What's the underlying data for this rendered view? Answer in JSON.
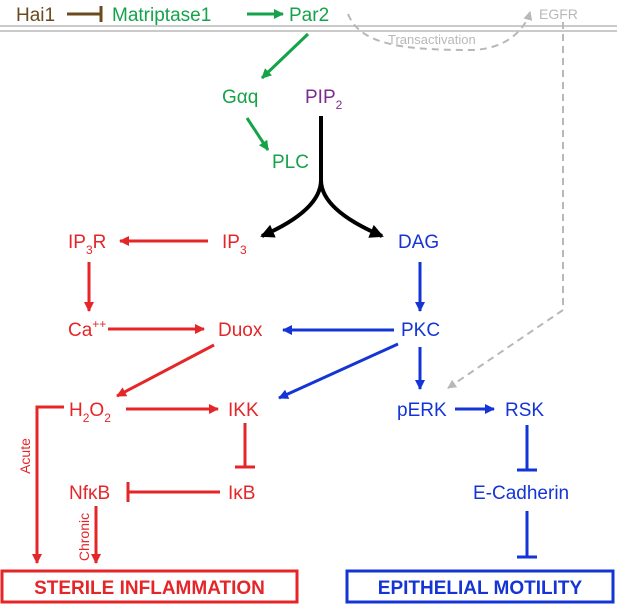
{
  "colors": {
    "brown": "#6b4a1e",
    "green": "#15a34a",
    "purple": "#7b2c8f",
    "red": "#e52629",
    "blue": "#1434d6",
    "gray": "#b8b8b8",
    "black": "#000000"
  },
  "nodes": {
    "hai1": "Hai1",
    "matriptase1": "Matriptase1",
    "par2": "Par2",
    "egfr": "EGFR",
    "transactivation": "Transactivation",
    "galphaq": "Gαq",
    "pip2": {
      "base": "PIP",
      "sub": "2"
    },
    "plc": "PLC",
    "ip3r": {
      "base": "IP",
      "sub": "3",
      "tail": "R"
    },
    "ip3": {
      "base": "IP",
      "sub": "3"
    },
    "dag": "DAG",
    "ca": {
      "base": "Ca",
      "sup": "++"
    },
    "duox": "Duox",
    "pkc": "PKC",
    "h2o2": {
      "a": "H",
      "s1": "2",
      "b": "O",
      "s2": "2"
    },
    "ikk": "IKK",
    "perk": "pERK",
    "rsk": "RSK",
    "nfkb": "NfκB",
    "ikb": "IκB",
    "ecadherin": "E-Cadherin"
  },
  "edge_labels": {
    "acute": "Acute",
    "chronic": "Chronic"
  },
  "outcomes": {
    "sterile": "STERILE INFLAMMATION",
    "motility": "EPITHELIAL MOTILITY"
  }
}
